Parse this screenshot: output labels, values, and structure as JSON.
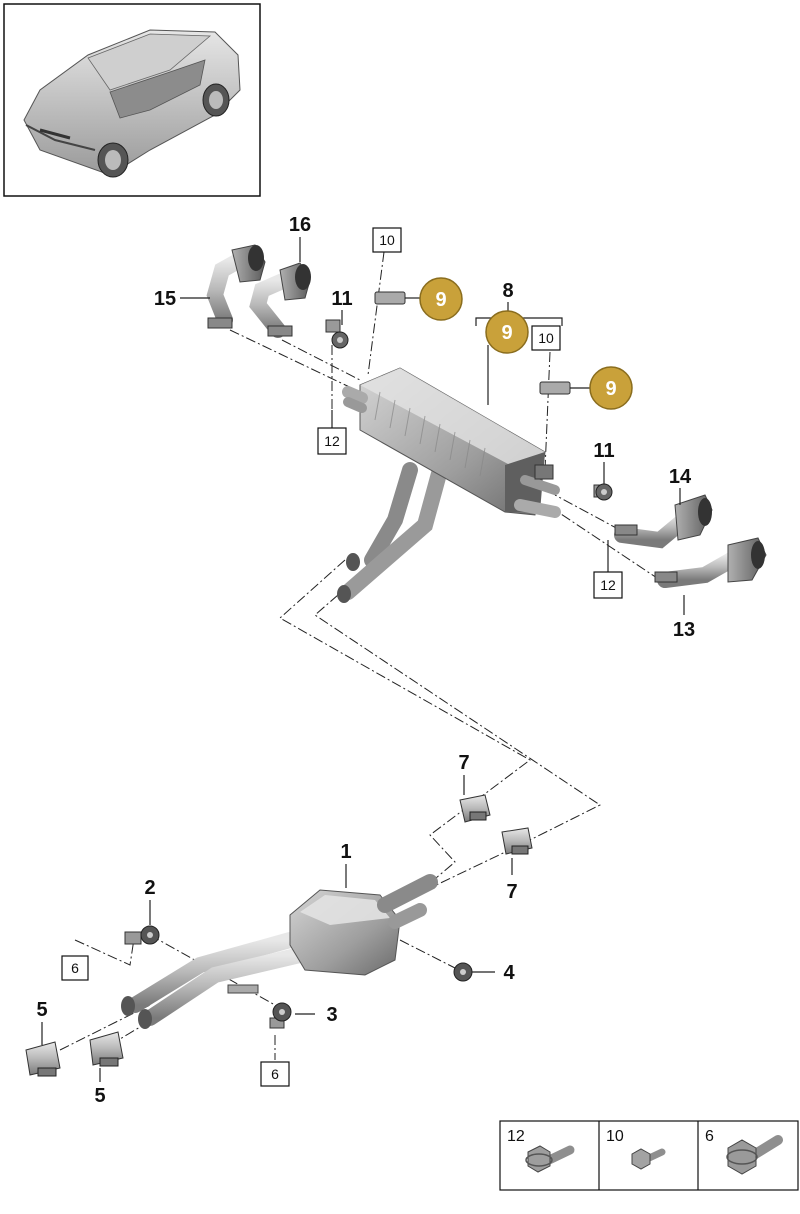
{
  "colors": {
    "badge_fill": "#c9a13a",
    "badge_stroke": "#8a6d1e",
    "metal_light": "#d9d9d9",
    "metal_mid": "#a9a9a9",
    "metal_dark": "#6e6e6e"
  },
  "thumbnail": {
    "icon": "car-suv-icon"
  },
  "labels": {
    "l16": "16",
    "l15": "15",
    "l11a": "11",
    "l11b": "11",
    "l8": "8",
    "l14": "14",
    "l13": "13",
    "l7a": "7",
    "l7b": "7",
    "l1": "1",
    "l2": "2",
    "l3": "3",
    "l4": "4",
    "l5a": "5",
    "l5b": "5"
  },
  "boxes": {
    "b10a": "10",
    "b10b": "10",
    "b12a": "12",
    "b12b": "12",
    "b6a": "6",
    "b6b": "6"
  },
  "badges": {
    "g9a": "9",
    "g9b": "9",
    "g9c": "9"
  },
  "fastener_table": {
    "cells": [
      {
        "number": "12",
        "icon": "hex-bolt-flange-icon"
      },
      {
        "number": "10",
        "icon": "small-bolt-icon"
      },
      {
        "number": "6",
        "icon": "hex-bolt-large-icon"
      }
    ]
  }
}
